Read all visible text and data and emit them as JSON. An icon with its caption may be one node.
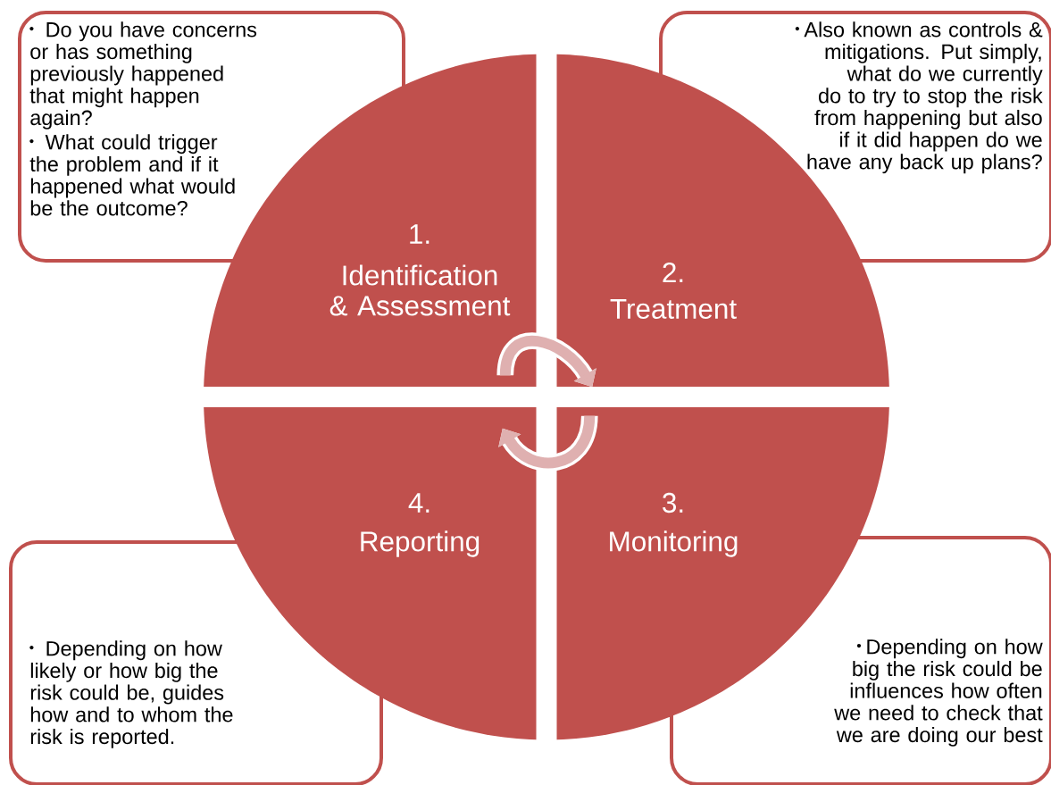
{
  "diagram": {
    "nodes": [
      {
        "text": [
          "Do you have concerns or has something previously happened that might happen again?",
          "What could trigger the problem and if it happened what would be the outcome?"
        ]
      },
      {
        "text": [
          "Also known as controls & mitigations. Put simply, what do we currently do to try to stop the risk from happening but also if it did happen do we have any back up plans?"
        ]
      },
      {
        "text": [
          "1.",
          "Identification & Assessment"
        ]
      },
      {
        "text": [
          "2.",
          "Treatment"
        ]
      },
      {
        "text": [
          "4.",
          "Reporting"
        ]
      },
      {
        "text": [
          "3.",
          "Monitoring"
        ]
      },
      {
        "text": [
          "Depending on how likely or how big the risk could be, guides how and to whom the risk is reported."
        ]
      },
      {
        "text": [
          "Depending on how big the risk could be influences how often we need to check that we are doing our best"
        ]
      }
    ],
    "edges": [
      {
        "from": 2,
        "to": 3,
        "arrow": "to"
      },
      {
        "from": 5,
        "to": 4,
        "arrow": "to"
      }
    ]
  }
}
